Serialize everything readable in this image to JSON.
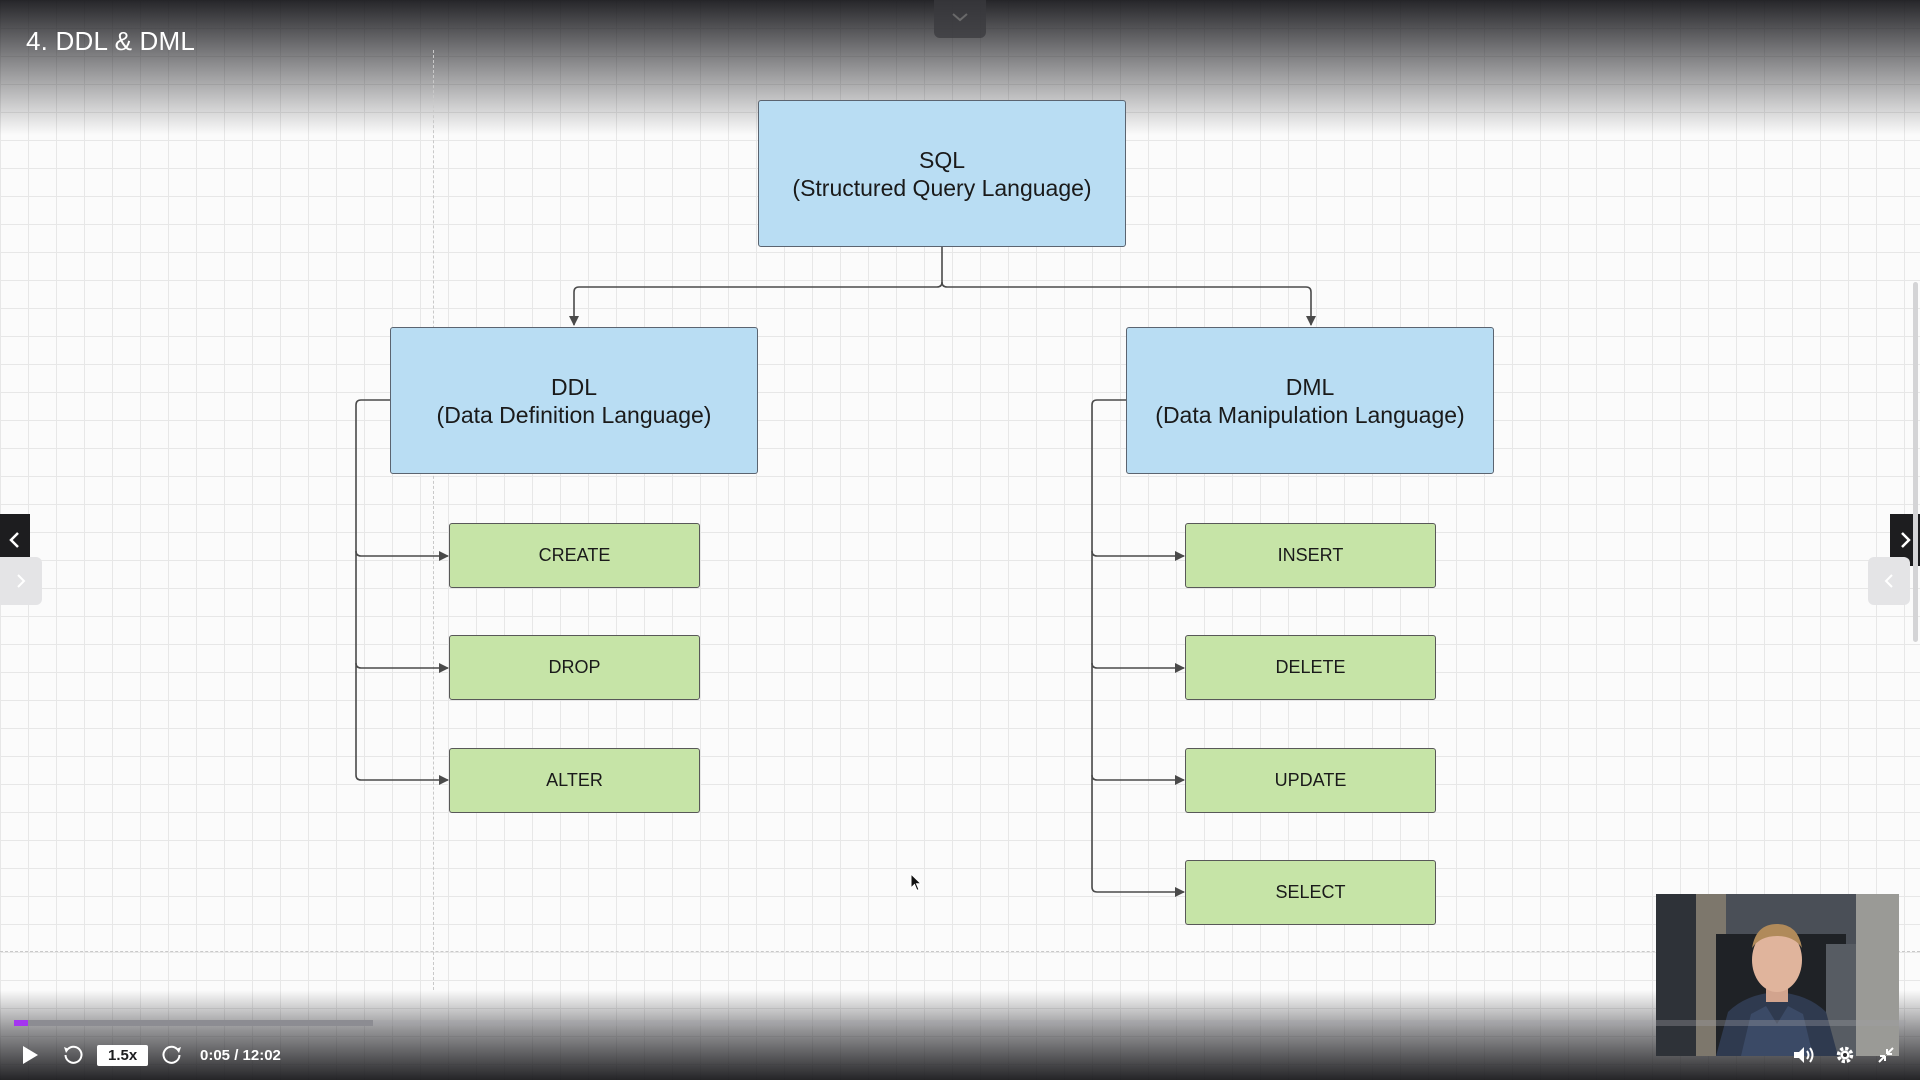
{
  "lecture": {
    "title": "4. DDL & DML"
  },
  "diagram": {
    "root": {
      "line1": "SQL",
      "line2": "(Structured Query Language)"
    },
    "ddl": {
      "line1": "DDL",
      "line2": "(Data Definition Language)",
      "commands": [
        "CREATE",
        "DROP",
        "ALTER"
      ]
    },
    "dml": {
      "line1": "DML",
      "line2": "(Data Manipulation Language)",
      "commands": [
        "INSERT",
        "DELETE",
        "UPDATE",
        "SELECT"
      ]
    },
    "colors": {
      "parent_fill": "#b9ddf3",
      "child_fill": "#c6e4a7",
      "connector": "#4a4a4a"
    }
  },
  "player": {
    "speed": "1.5x",
    "time": "0:05 / 12:02",
    "played_fraction": 0.004,
    "buffered_fraction": 0.19,
    "accent_color": "#a435f0"
  }
}
